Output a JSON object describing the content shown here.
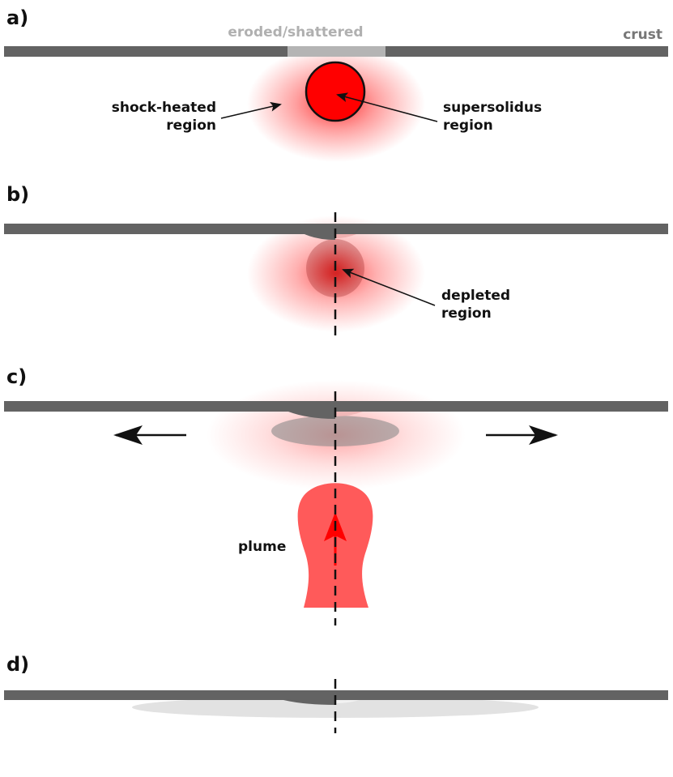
{
  "panels": {
    "a": {
      "label": "a)",
      "crust_label": "crust",
      "eroded_label": "eroded/shattered",
      "shock_label": [
        "shock-heated",
        "region"
      ],
      "supersolidus_label": [
        "supersolidus",
        "region"
      ]
    },
    "b": {
      "label": "b)",
      "depleted_label": [
        "depleted",
        "region"
      ]
    },
    "c": {
      "label": "c)",
      "plume_label": "plume"
    },
    "d": {
      "label": "d)"
    }
  },
  "colors": {
    "crust": "#636363",
    "eroded": "#b4b4b4",
    "hot": "#ff0000",
    "plume": "#ff5a5a",
    "depleted": "#7a7a7a",
    "residue": "#e2e2e2",
    "ink": "#111111"
  }
}
